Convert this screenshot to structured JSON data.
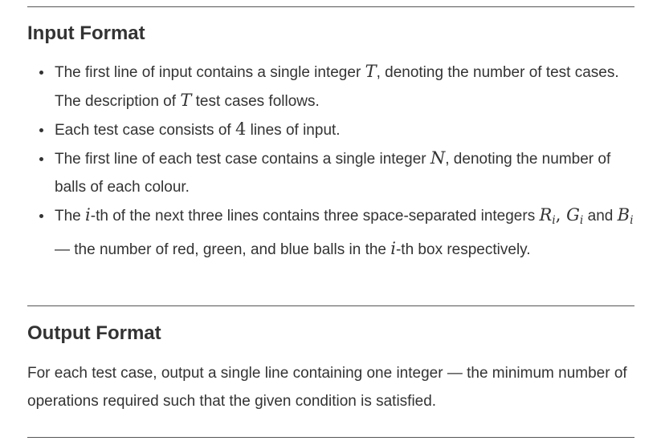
{
  "input_section": {
    "title": "Input Format",
    "items": [
      {
        "t1": "The first line of input contains a single integer ",
        "v1": "T",
        "t2": ", denoting the number of test cases. The description of ",
        "v2": "T",
        "t3": " test cases follows."
      },
      {
        "t1": "Each test case consists of ",
        "v1": "4",
        "t2": " lines of input."
      },
      {
        "t1": "The first line of each test case contains a single integer ",
        "v1": "N",
        "t2": ", denoting the number of balls of each colour."
      },
      {
        "t0": "The ",
        "v0": "i",
        "t1": "-th of the next three lines contains three space-separated integers ",
        "r": "R",
        "sep1": ", ",
        "g": "G",
        "and": " and ",
        "b": "B",
        "sub": "i",
        "t2": " — the number of red, green, and blue balls in the ",
        "v2": "i",
        "t3": "-th box respectively."
      }
    ]
  },
  "output_section": {
    "title": "Output Format",
    "text": "For each test case, output a single line containing one integer — the minimum number of operations required such that the given condition is satisfied."
  }
}
